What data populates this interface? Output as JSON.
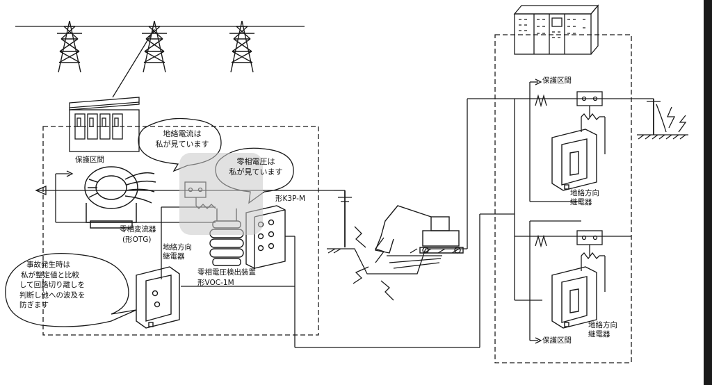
{
  "labels": {
    "protection_zone_left": "保護区間",
    "protection_zone_right_top": "保護区間",
    "protection_zone_right_bottom": "保護区間",
    "zct_name": "零相変流器",
    "zct_model": "(形OTG)",
    "relay_left_line1": "地絡方向",
    "relay_left_line2": "継電器",
    "voltage_detector_name": "零相電圧検出装置",
    "voltage_detector_model": "形VOC-1M",
    "k3p_model": "形K3P-M",
    "relay_right_top_line1": "地絡方向",
    "relay_right_top_line2": "継電器",
    "relay_right_bottom_line1": "地絡方向",
    "relay_right_bottom_line2": "継電器"
  },
  "bubbles": {
    "current": {
      "line1": "地絡電流は",
      "line2": "私が見ています"
    },
    "voltage": {
      "line1": "零相電圧は",
      "line2": "私が見ています"
    },
    "fault": {
      "line1": "事故発生時は",
      "line2": "私が整定値と比較",
      "line3": "して回路切り離しを",
      "line4": "判断し他への波及を",
      "line5": "防ぎます"
    }
  },
  "colors": {
    "line": "#1a1a1a",
    "background": "#ffffff",
    "watermark": "#c8c8c8"
  },
  "icons": [
    "transmission-tower-icon",
    "switchgear-cabinet-icon",
    "control-panel-icon",
    "zct-core-icon",
    "relay-unit-icon",
    "voltage-detector-icon",
    "utility-pole-icon",
    "excavator-icon",
    "lightning-icon"
  ]
}
